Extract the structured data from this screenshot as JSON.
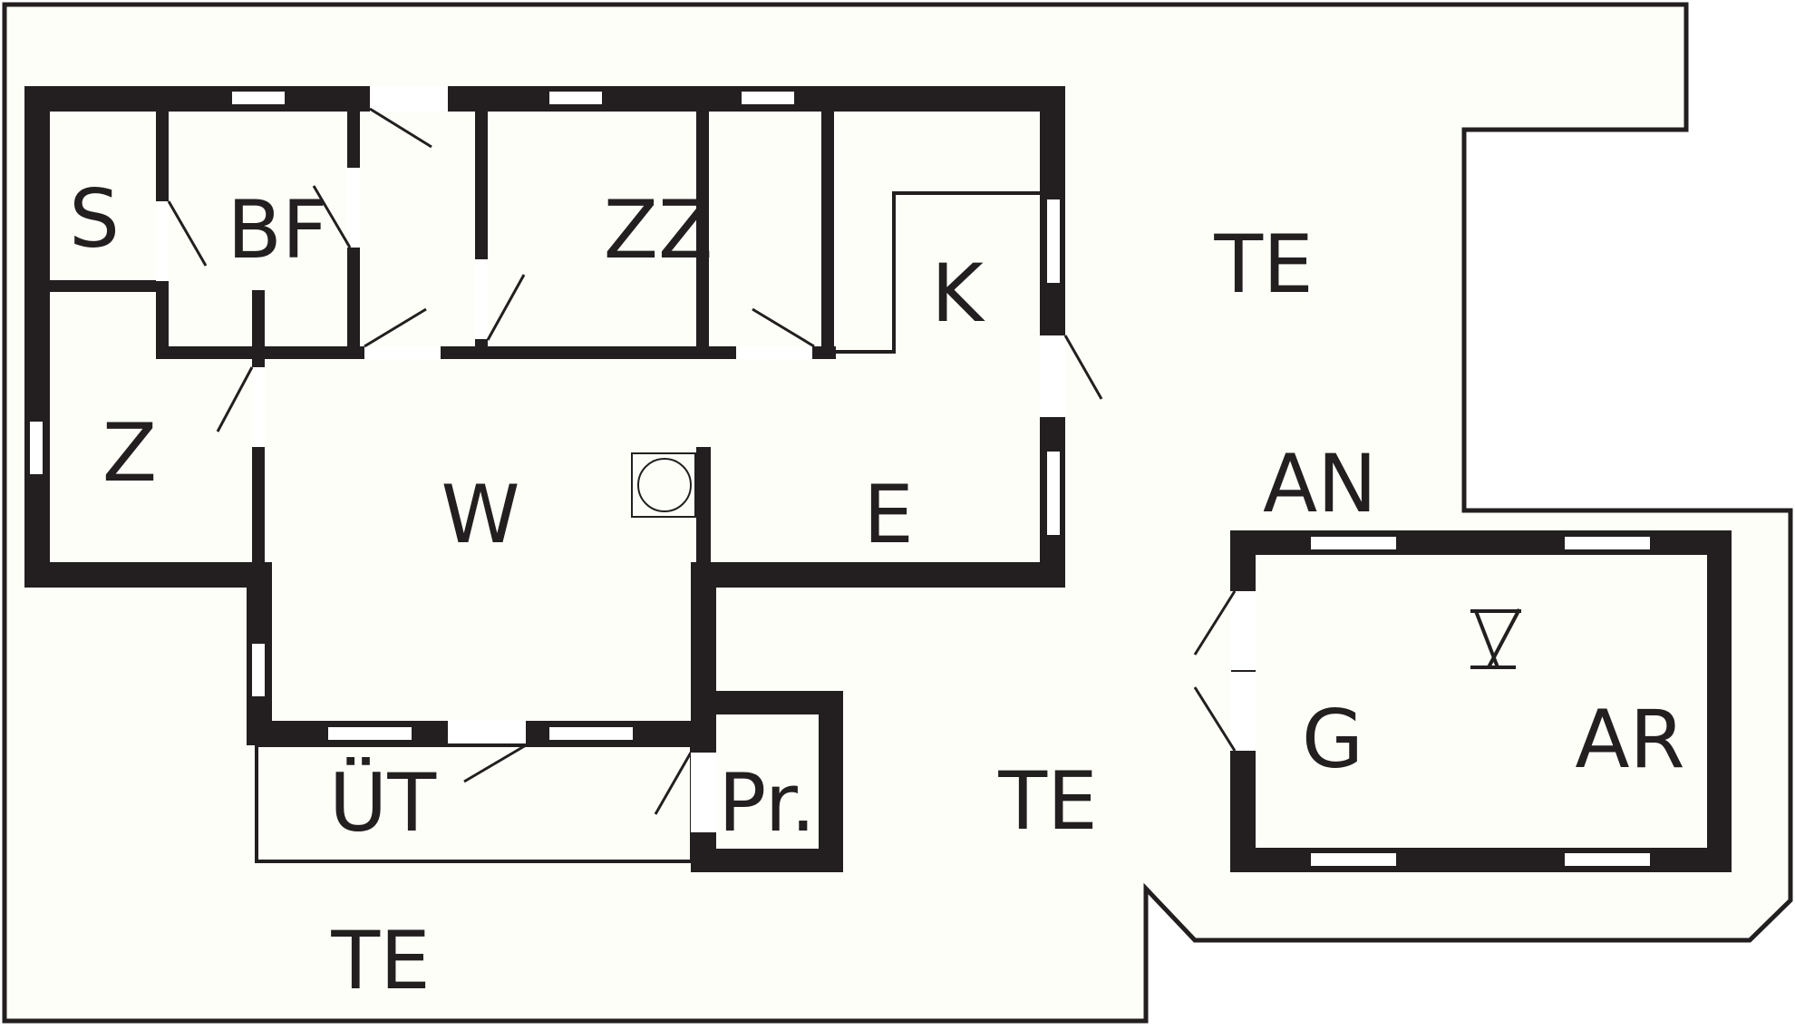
{
  "floor_plan": {
    "colors": {
      "wall": "#231f20",
      "background": "#fdfef8",
      "window": "#ffffff"
    },
    "rooms": {
      "s": "S",
      "bf": "BF",
      "zz": "ZZ",
      "k": "K",
      "z": "Z",
      "w": "W",
      "e": "E",
      "ut": "ÜT",
      "pr": "Pr.",
      "g": "G",
      "ar": "AR",
      "an": "AN",
      "te_top": "TE",
      "te_mid": "TE",
      "te_bottom": "TE"
    },
    "icons": {
      "chimney": "chimney-icon",
      "stair": "stair-icon"
    }
  }
}
